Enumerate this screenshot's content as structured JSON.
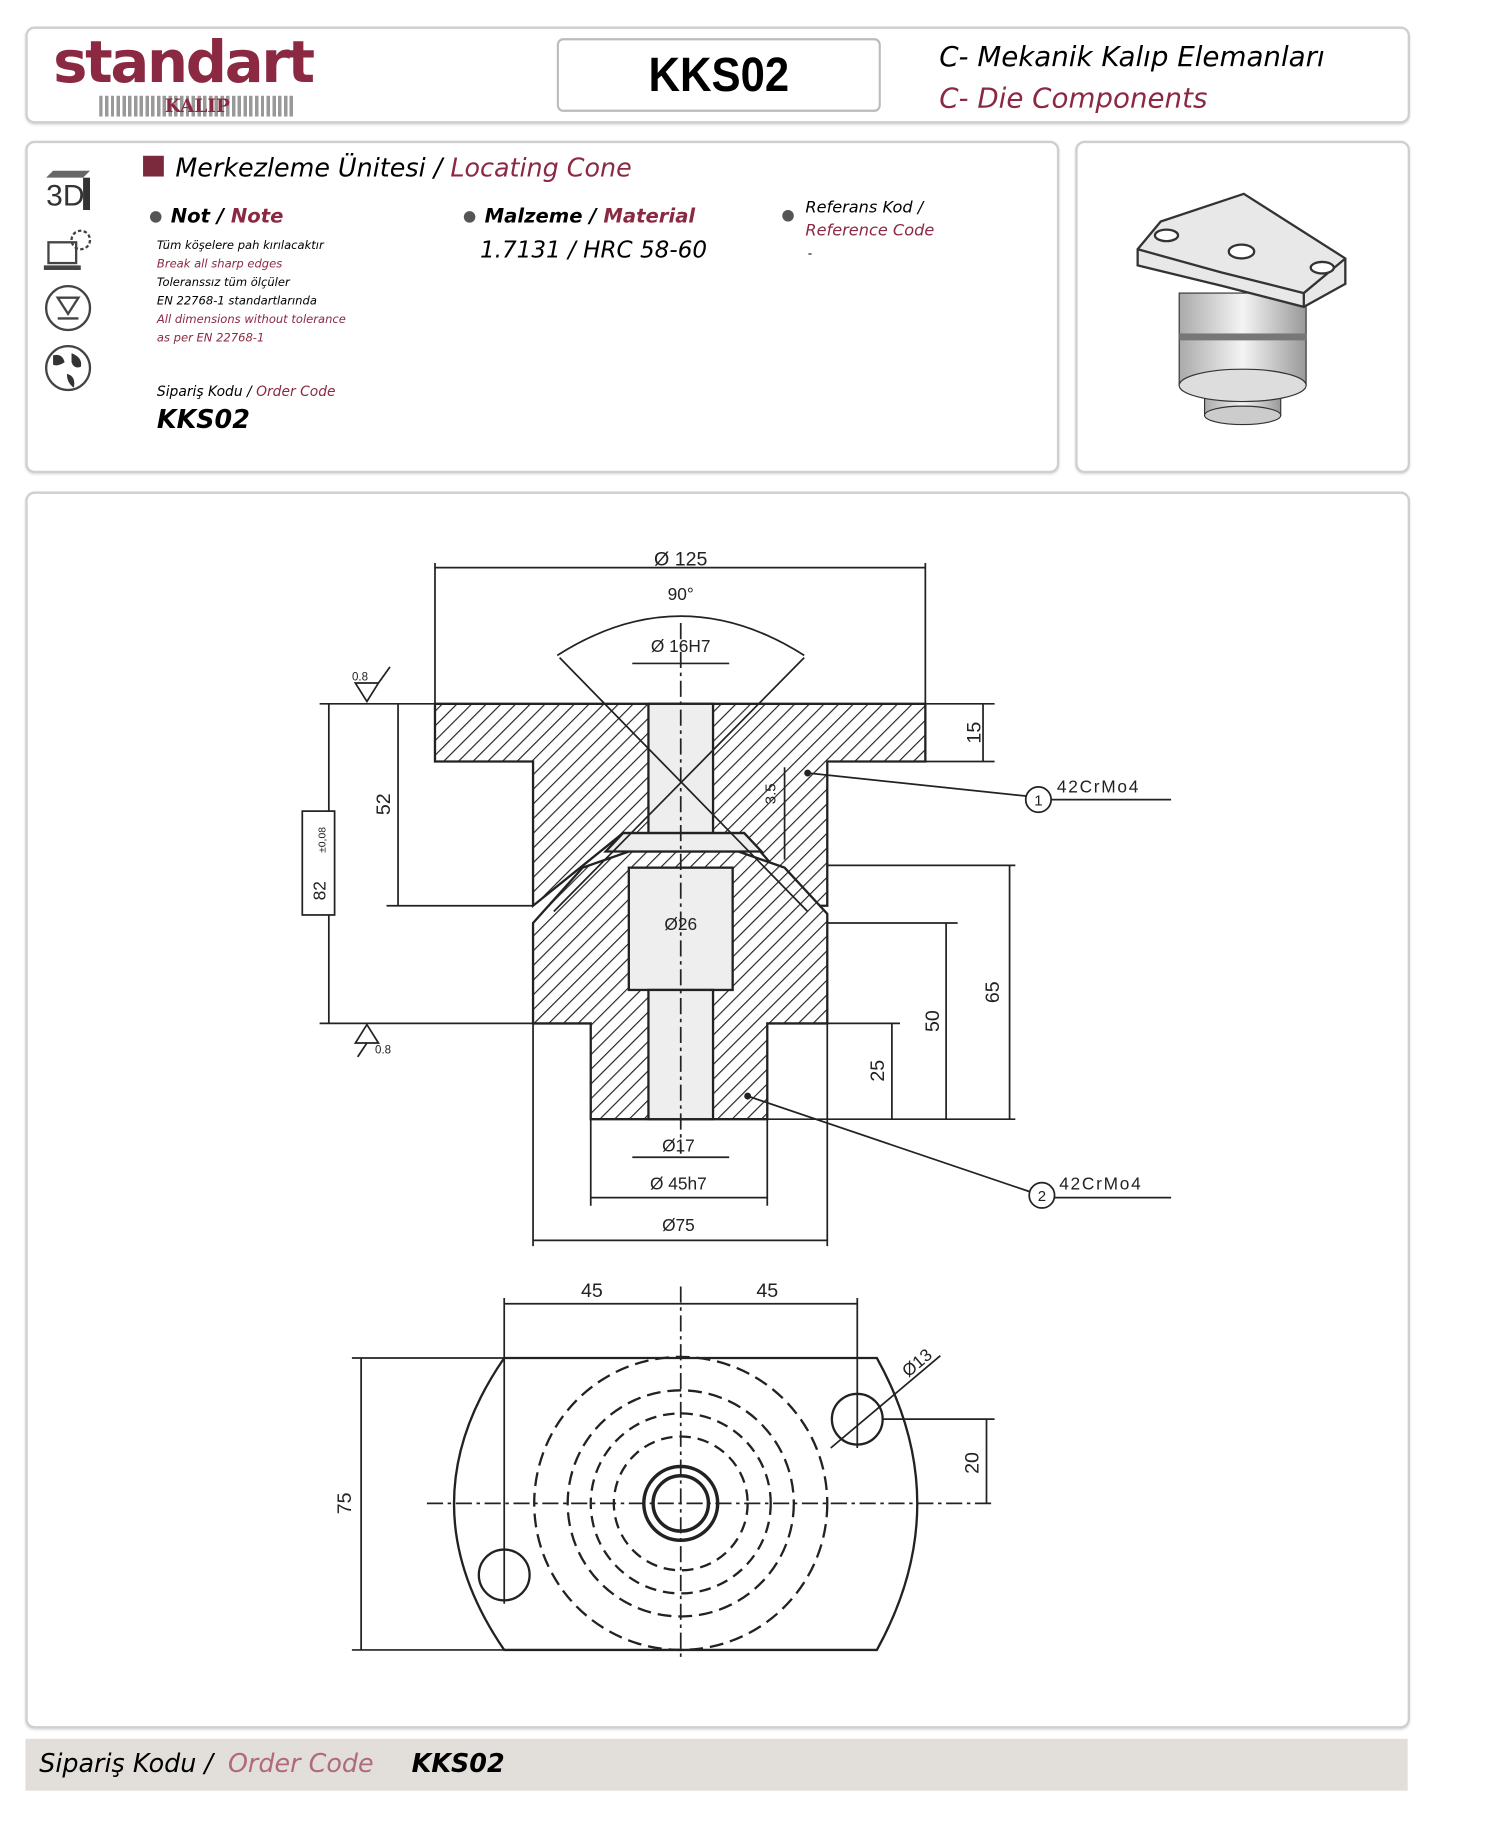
{
  "header": {
    "logo_main": "standart",
    "logo_sub": "KALIP",
    "code": "KKS02",
    "category_tr": "C- Mekanik Kalıp Elemanları",
    "category_en": "C- Die Components"
  },
  "info": {
    "title_tr": "Merkezleme Ünitesi",
    "title_sep": " / ",
    "title_en": "Locating Cone",
    "note_tr": "Not",
    "note_en": "Note",
    "note_lines": [
      "Tüm köşelere pah kırılacaktır",
      "Break all sharp edges",
      "Toleranssız tüm ölçüler",
      "EN 22768-1 standartlarında",
      "All dimensions without tolerance",
      "as per EN 22768-1"
    ],
    "material_tr": "Malzeme",
    "material_en": "Material",
    "material_value": "1.7131 / HRC 58-60",
    "reference_tr": "Referans Kod /",
    "reference_en": "Reference Code",
    "reference_value": "-",
    "order_tr": "Sipariş Kodu /",
    "order_en": "Order Code",
    "order_value": "KKS02",
    "icons": [
      "3d-icon",
      "laptop-gear-icon",
      "recycle-icon",
      "globe-icon"
    ]
  },
  "drawing": {
    "d125": "Ø 125",
    "angle": "90°",
    "d16": "Ø 16H7",
    "rough_top": "0.8",
    "rough_bot": "0.8",
    "h82": "82",
    "tol82": "±0,08",
    "h52": "52",
    "h15": "15",
    "h35": "3.5",
    "mat1_no": "1",
    "mat1": "42CrMo4",
    "mat2_no": "2",
    "mat2": "42CrMo4",
    "d26": "Ø26",
    "h65": "65",
    "h50": "50",
    "h25": "25",
    "d17": "Ø17",
    "d45": "Ø 45h7",
    "d75": "Ø75",
    "w45a": "45",
    "w45b": "45",
    "d13": "Ø13",
    "h20": "20",
    "h75": "75"
  },
  "footer": {
    "order_tr": "Sipariş Kodu /",
    "order_en": "Order Code",
    "order_value": "KKS02"
  },
  "colors": {
    "accent": "#8b2942",
    "footer_bg": "#e2dfdb"
  }
}
